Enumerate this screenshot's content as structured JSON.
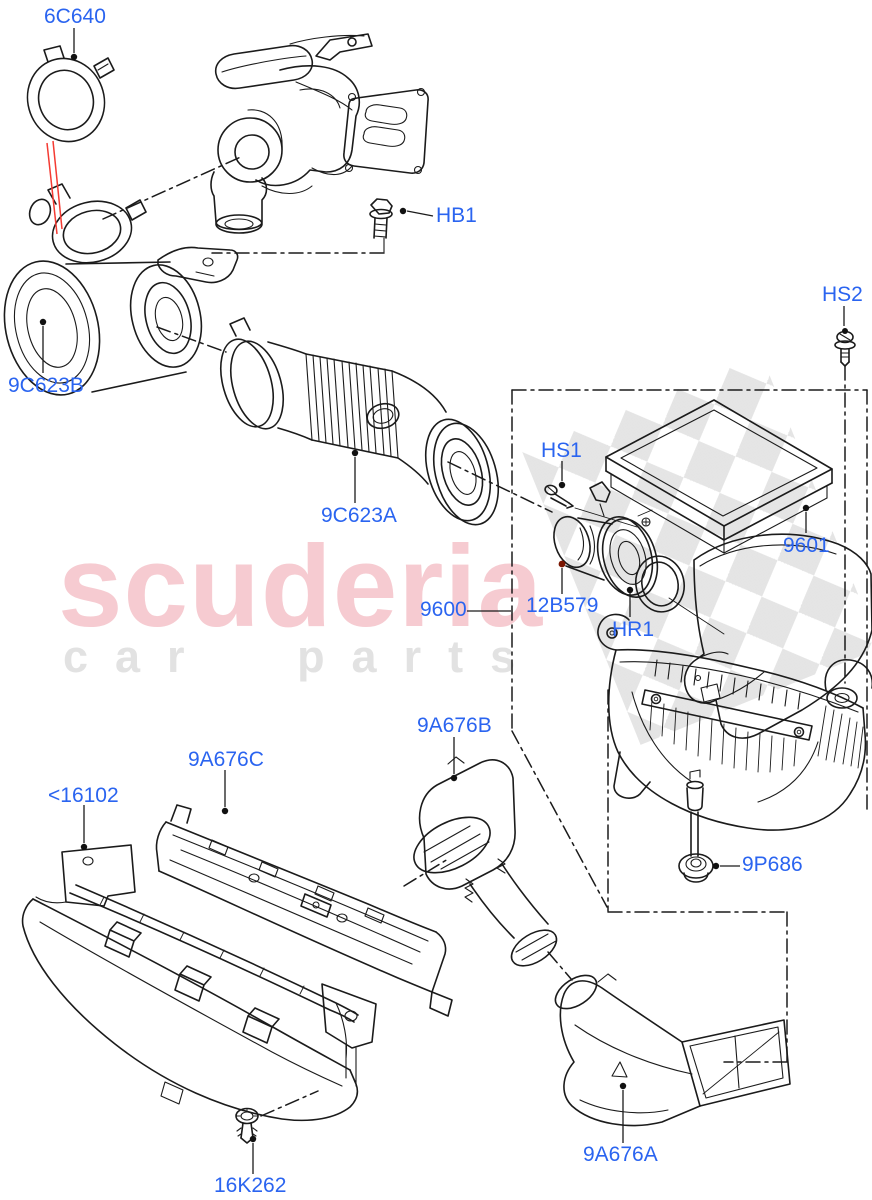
{
  "watermark": {
    "brand": "scuderia",
    "subtitle": "car parts"
  },
  "colors": {
    "label_blue": "#2A64F0",
    "reference_red": "#F43B33",
    "dot_maroon": "#7A1500",
    "checker_gray": "#C1C1C1",
    "brand_pink": "#F6CBD1",
    "subtitle_gray": "#E2E2E2"
  },
  "diagram": {
    "description": "Air cleaner / intake exploded parts diagram",
    "labels": [
      {
        "id": "6C640",
        "text": "6C640"
      },
      {
        "id": "HB1",
        "text": "HB1"
      },
      {
        "id": "HS2",
        "text": "HS2"
      },
      {
        "id": "9C623B",
        "text": "9C623B"
      },
      {
        "id": "9C623A",
        "text": "9C623A"
      },
      {
        "id": "HS1",
        "text": "HS1"
      },
      {
        "id": "9601",
        "text": "9601"
      },
      {
        "id": "9600",
        "text": "9600"
      },
      {
        "id": "12B579",
        "text": "12B579"
      },
      {
        "id": "HR1",
        "text": "HR1"
      },
      {
        "id": "9P686",
        "text": "9P686"
      },
      {
        "id": "9A676B",
        "text": "9A676B"
      },
      {
        "id": "9A676C",
        "text": "9A676C"
      },
      {
        "id": "16102",
        "text": "<16102"
      },
      {
        "id": "16K262",
        "text": "16K262"
      },
      {
        "id": "9A676A",
        "text": "9A676A"
      }
    ]
  }
}
